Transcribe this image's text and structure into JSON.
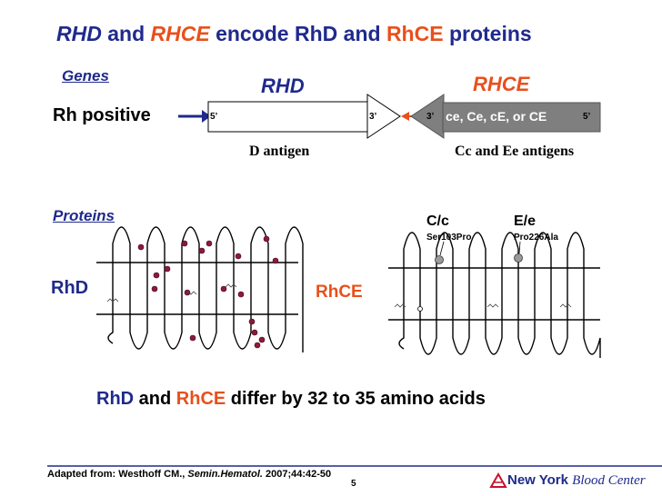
{
  "title": {
    "part1": "RHD",
    "part2": " and ",
    "part3": "RHCE",
    "part4": " encode RhD and ",
    "part5": "RhCE",
    "part6": " proteins"
  },
  "genes": {
    "heading": "Genes",
    "rh_positive": "Rh positive",
    "rhd_label": "RHD",
    "rhce_label": "RHCE",
    "rhd_5prime": "5’",
    "rhd_3prime": "3’",
    "rhce_3prime": "3’",
    "rhce_text": "ce, Ce, cE, or CE",
    "rhce_5prime": "5’",
    "d_antigen": "D antigen",
    "cc_ee_antigens": "Cc and Ee antigens"
  },
  "proteins": {
    "heading": "Proteins",
    "rhd": "RhD",
    "rhce": "RhCE",
    "cc_label": "C/c",
    "cc_mutation": "Ser103Pro",
    "ee_label": "E/e",
    "ee_mutation": "Pro226Ala"
  },
  "summary": {
    "part1": "RhD",
    "part2": " and ",
    "part3": "RhCE",
    "part4": " differ by 32 to 35 amino acids"
  },
  "footer": {
    "citation_prefix": "Adapted from: Westhoff CM., ",
    "citation_journal": "Semin.Hematol.",
    "citation_suffix": " 2007;44:42-50",
    "page_number": "5",
    "logo_text_bold": "New York",
    "logo_text_script": "Blood Center"
  },
  "colors": {
    "blue": "#1f2a8c",
    "red": "#e8501c",
    "maroon": "#8b1a3a",
    "gray_box": "#7f7f7f"
  }
}
